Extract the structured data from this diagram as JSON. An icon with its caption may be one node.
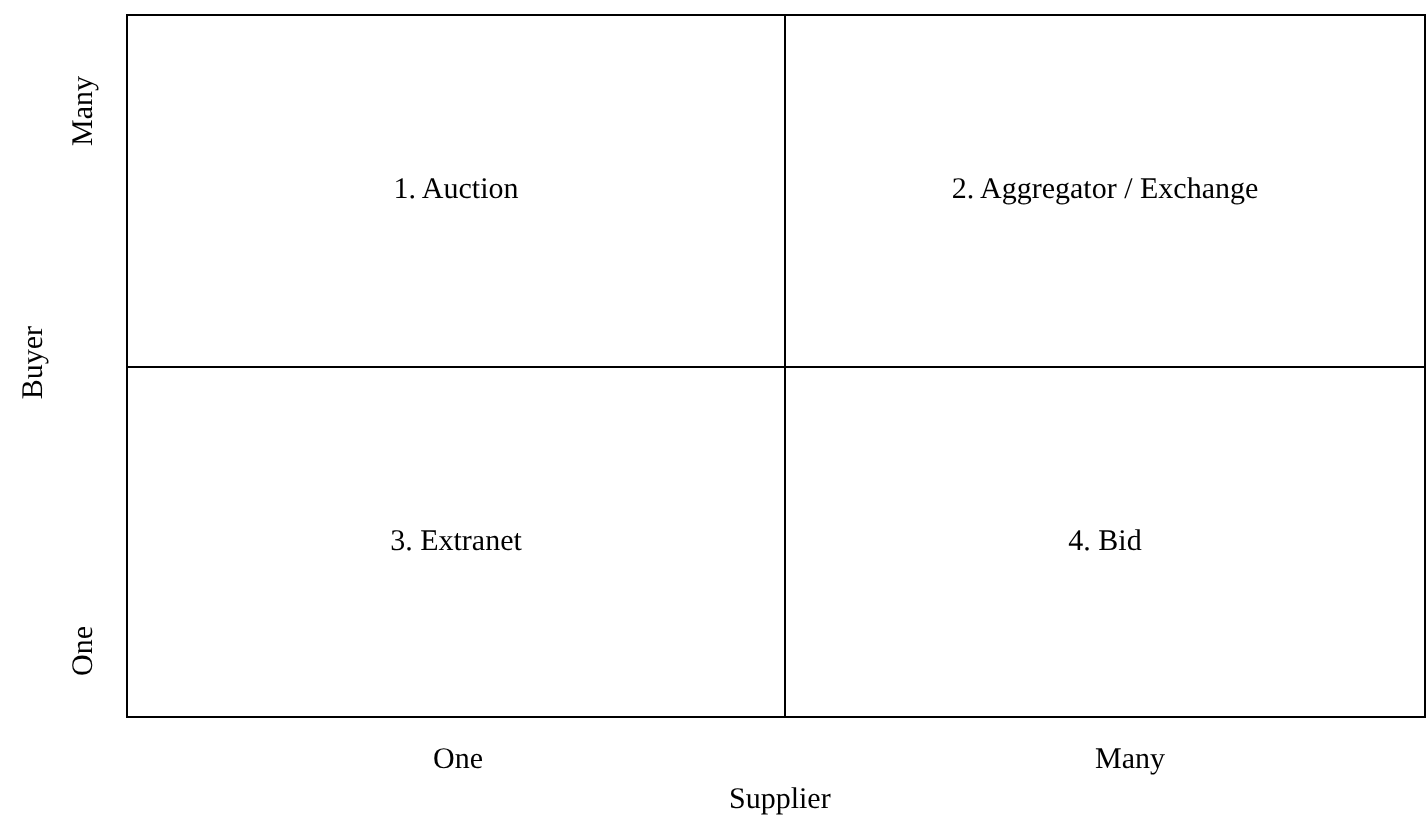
{
  "diagram": {
    "nodes": [
      {
        "text": [
          "1. Auction"
        ]
      },
      {
        "text": [
          "2. Aggregator / Exchange"
        ]
      },
      {
        "text": [
          "3. Extranet"
        ]
      },
      {
        "text": [
          "4. Bid"
        ]
      }
    ],
    "edges": [],
    "labels": [
      "Many",
      "Buyer",
      "One",
      "One",
      "Many",
      "Supplier"
    ]
  }
}
